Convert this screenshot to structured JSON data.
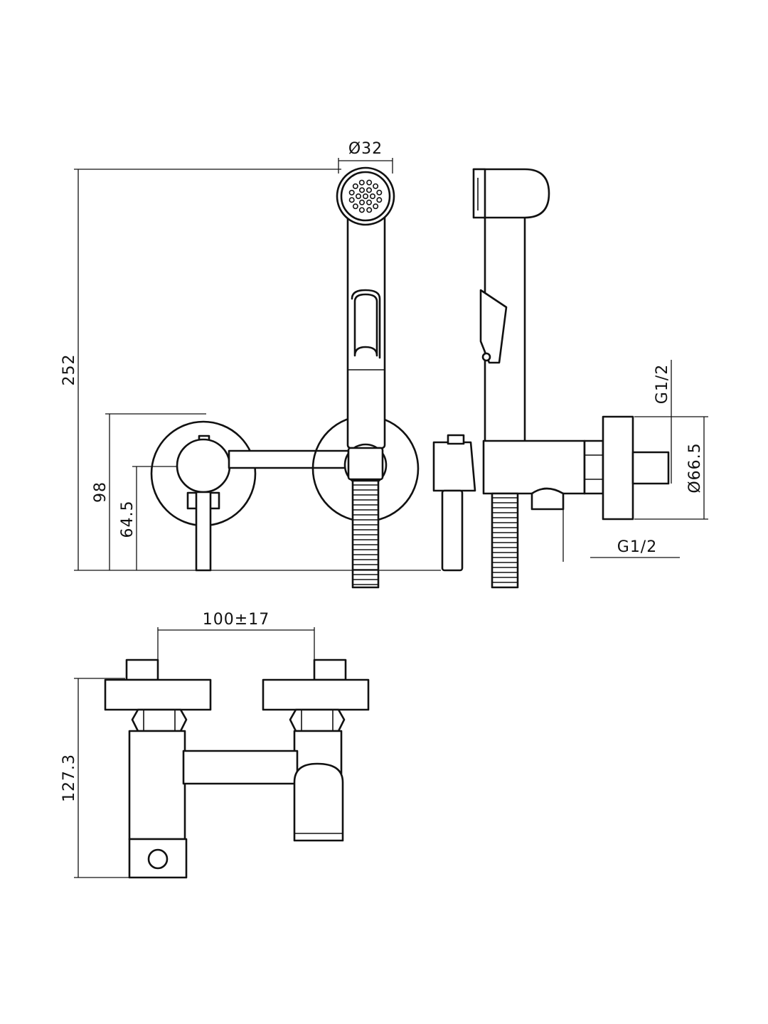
{
  "dimensions": {
    "shower_head_diameter": "Ø32",
    "total_height": "252",
    "height_98": "98",
    "height_64_5": "64.5",
    "thread_top": "G1/2",
    "flange_diameter": "Ø66.5",
    "thread_bottom": "G1/2",
    "centre_distance": "100±17",
    "body_height": "127.3"
  },
  "colors": {
    "line": "#111111",
    "background": "#ffffff"
  }
}
